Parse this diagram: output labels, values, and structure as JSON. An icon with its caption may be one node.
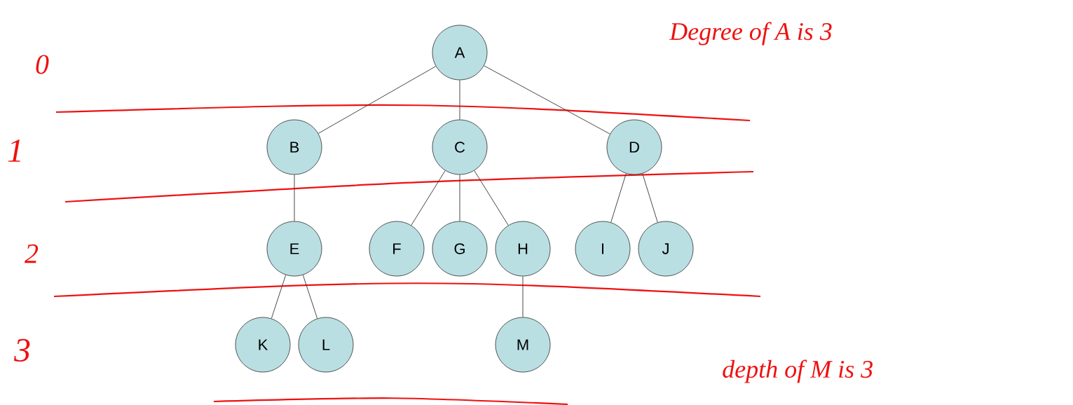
{
  "diagram": {
    "nodes": [
      {
        "text": [
          "A"
        ]
      },
      {
        "text": [
          "B"
        ]
      },
      {
        "text": [
          "C"
        ]
      },
      {
        "text": [
          "D"
        ]
      },
      {
        "text": [
          "E"
        ]
      },
      {
        "text": [
          "F"
        ]
      },
      {
        "text": [
          "G"
        ]
      },
      {
        "text": [
          "H"
        ]
      },
      {
        "text": [
          "I"
        ]
      },
      {
        "text": [
          "J"
        ]
      },
      {
        "text": [
          "K"
        ]
      },
      {
        "text": [
          "L"
        ]
      },
      {
        "text": [
          "M"
        ]
      }
    ],
    "edges": [
      {
        "from": 0,
        "to": 1,
        "arrow": "none"
      },
      {
        "from": 0,
        "to": 2,
        "arrow": "none"
      },
      {
        "from": 0,
        "to": 3,
        "arrow": "none"
      },
      {
        "from": 1,
        "to": 4,
        "arrow": "none"
      },
      {
        "from": 2,
        "to": 5,
        "arrow": "none"
      },
      {
        "from": 2,
        "to": 6,
        "arrow": "none"
      },
      {
        "from": 2,
        "to": 7,
        "arrow": "none"
      },
      {
        "from": 3,
        "to": 8,
        "arrow": "none"
      },
      {
        "from": 3,
        "to": 9,
        "arrow": "none"
      },
      {
        "from": 4,
        "to": 10,
        "arrow": "none"
      },
      {
        "from": 4,
        "to": 11,
        "arrow": "none"
      },
      {
        "from": 7,
        "to": 12,
        "arrow": "none"
      }
    ],
    "labels": [
      "Degree of A is 3",
      "0",
      "1",
      "2",
      "3",
      "depth of M is 3"
    ]
  }
}
